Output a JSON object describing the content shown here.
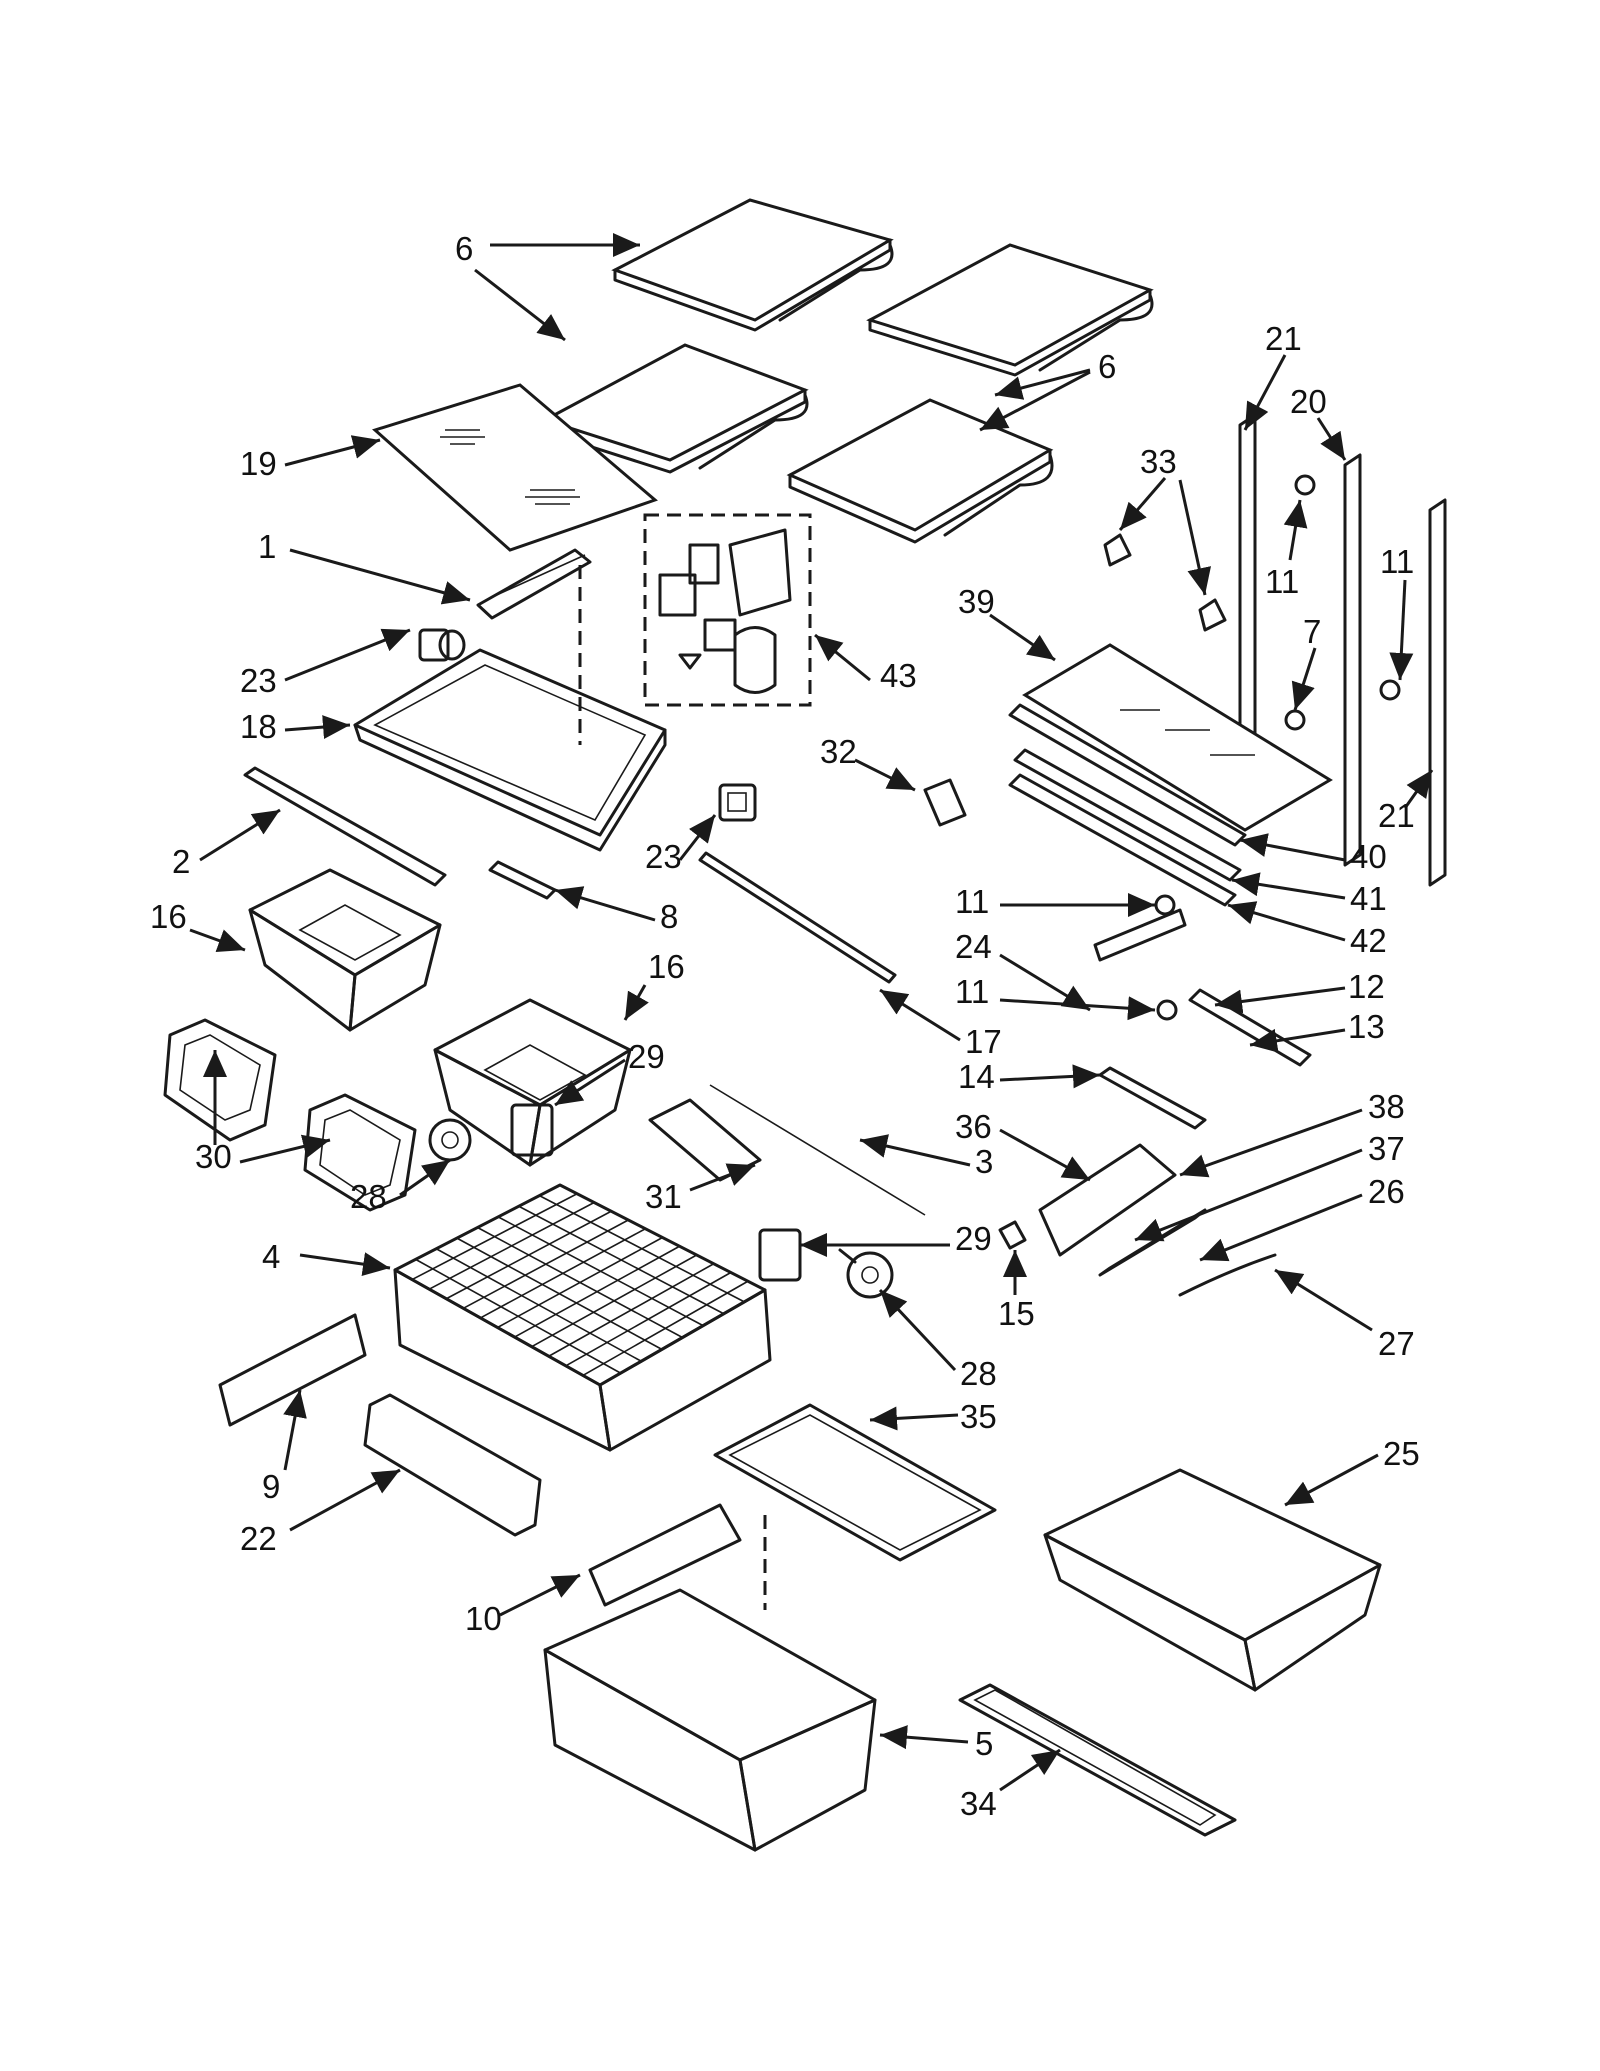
{
  "diagram": {
    "callouts": [
      {
        "id": "c6a",
        "text": "6"
      },
      {
        "id": "c6b",
        "text": "6"
      },
      {
        "id": "c19",
        "text": "19"
      },
      {
        "id": "c1",
        "text": "1"
      },
      {
        "id": "c23a",
        "text": "23"
      },
      {
        "id": "c18",
        "text": "18"
      },
      {
        "id": "c43",
        "text": "43"
      },
      {
        "id": "c33",
        "text": "33"
      },
      {
        "id": "c21a",
        "text": "21"
      },
      {
        "id": "c20",
        "text": "20"
      },
      {
        "id": "c11a",
        "text": "11"
      },
      {
        "id": "c11b",
        "text": "11"
      },
      {
        "id": "c7",
        "text": "7"
      },
      {
        "id": "c39",
        "text": "39"
      },
      {
        "id": "c21b",
        "text": "21"
      },
      {
        "id": "c32",
        "text": "32"
      },
      {
        "id": "c40",
        "text": "40"
      },
      {
        "id": "c41",
        "text": "41"
      },
      {
        "id": "c42",
        "text": "42"
      },
      {
        "id": "c2",
        "text": "2"
      },
      {
        "id": "c23b",
        "text": "23"
      },
      {
        "id": "c16a",
        "text": "16"
      },
      {
        "id": "c16b",
        "text": "16"
      },
      {
        "id": "c8",
        "text": "8"
      },
      {
        "id": "c11c",
        "text": "11"
      },
      {
        "id": "c24",
        "text": "24"
      },
      {
        "id": "c11d",
        "text": "11"
      },
      {
        "id": "c12",
        "text": "12"
      },
      {
        "id": "c13",
        "text": "13"
      },
      {
        "id": "c17",
        "text": "17"
      },
      {
        "id": "c29a",
        "text": "29"
      },
      {
        "id": "c30",
        "text": "30"
      },
      {
        "id": "c14",
        "text": "14"
      },
      {
        "id": "c36",
        "text": "36"
      },
      {
        "id": "c38",
        "text": "38"
      },
      {
        "id": "c37",
        "text": "37"
      },
      {
        "id": "c28a",
        "text": "28"
      },
      {
        "id": "c31",
        "text": "31"
      },
      {
        "id": "c3",
        "text": "3"
      },
      {
        "id": "c26",
        "text": "26"
      },
      {
        "id": "c4",
        "text": "4"
      },
      {
        "id": "c29b",
        "text": "29"
      },
      {
        "id": "c15",
        "text": "15"
      },
      {
        "id": "c27",
        "text": "27"
      },
      {
        "id": "c28b",
        "text": "28"
      },
      {
        "id": "c35",
        "text": "35"
      },
      {
        "id": "c9",
        "text": "9"
      },
      {
        "id": "c22",
        "text": "22"
      },
      {
        "id": "c25",
        "text": "25"
      },
      {
        "id": "c10",
        "text": "10"
      },
      {
        "id": "c5",
        "text": "5"
      },
      {
        "id": "c34",
        "text": "34"
      }
    ]
  }
}
